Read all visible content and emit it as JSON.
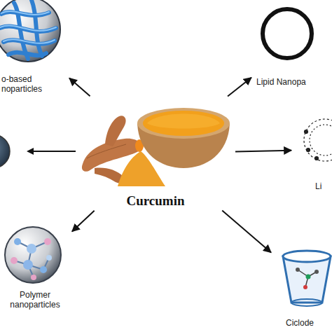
{
  "diagram": {
    "nodes": [
      {
        "text": [
          "o-based noparticles"
        ]
      },
      {
        "text": [
          "Lipid Nanopa"
        ]
      },
      {
        "text": [
          "Curcumin"
        ]
      },
      {
        "text": [
          "Li"
        ]
      },
      {
        "text": [
          "Polymer nanoparticles"
        ]
      },
      {
        "text": [
          "Ciclode"
        ]
      }
    ],
    "edges": [
      {
        "from": 2,
        "to": 0,
        "arrow": "to"
      },
      {
        "from": 2,
        "to": 1,
        "arrow": "to"
      },
      {
        "from": 2,
        "to": 3,
        "arrow": "to"
      },
      {
        "from": 2,
        "to": 4,
        "arrow": "to"
      },
      {
        "from": 2,
        "to": 5,
        "arrow": "to"
      }
    ]
  }
}
